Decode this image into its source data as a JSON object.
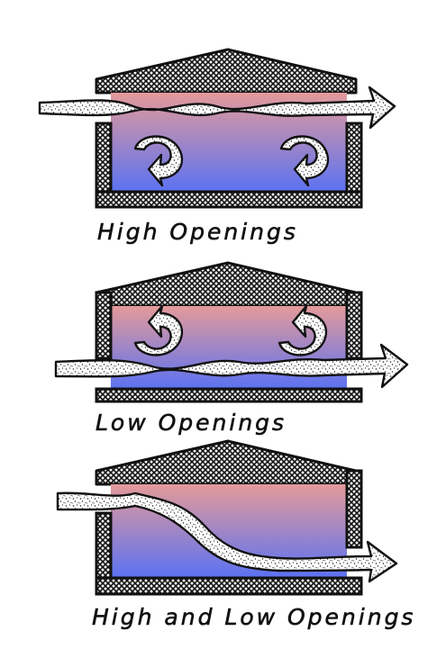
{
  "panels": [
    {
      "id": "high",
      "caption": "High Openings"
    },
    {
      "id": "low",
      "caption": "Low Openings"
    },
    {
      "id": "high-low",
      "caption": "High and Low Openings"
    }
  ],
  "colors": {
    "warm": "#e49a9a",
    "cool": "#5b72f2",
    "ink": "#111111",
    "paper": "#ffffff"
  }
}
